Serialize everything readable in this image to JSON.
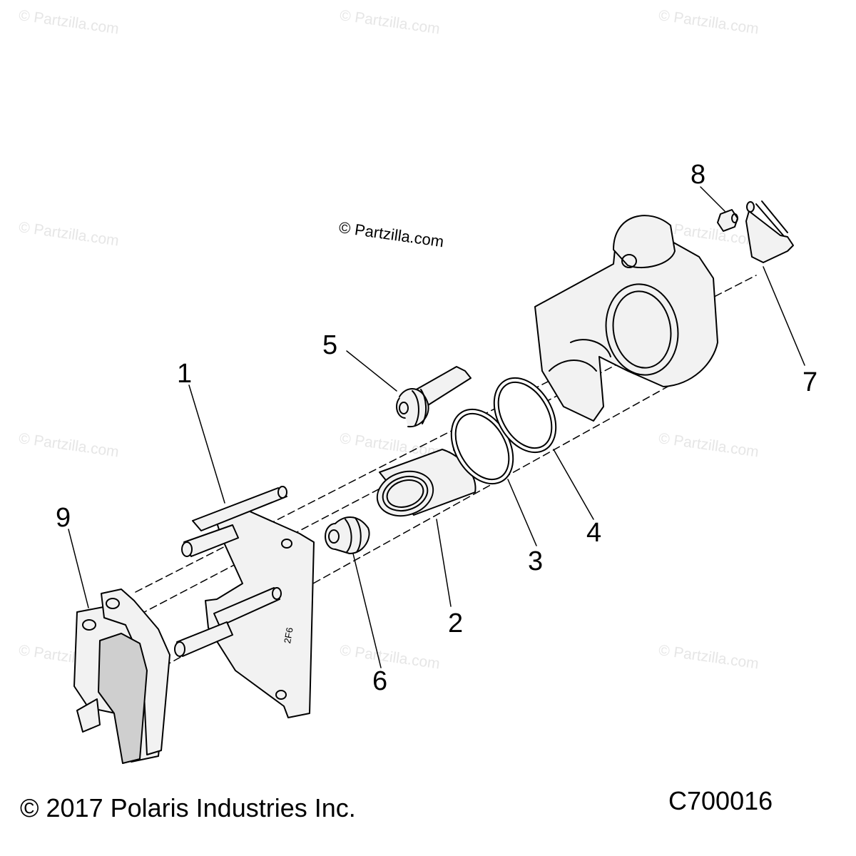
{
  "watermark_text": "© Partzilla.com",
  "center_watermark": "© Partzilla.com",
  "callouts": [
    "1",
    "2",
    "3",
    "4",
    "5",
    "6",
    "7",
    "8",
    "9"
  ],
  "part_stamp": "2F6",
  "footer": {
    "copyright": "© 2017 Polaris Industries Inc.",
    "drawing_id": "C700016"
  },
  "colors": {
    "stroke": "#000000",
    "part_fill": "#f2f2f2",
    "pad_fill": "#cfcfcf",
    "watermark": "#e6e6e6"
  }
}
